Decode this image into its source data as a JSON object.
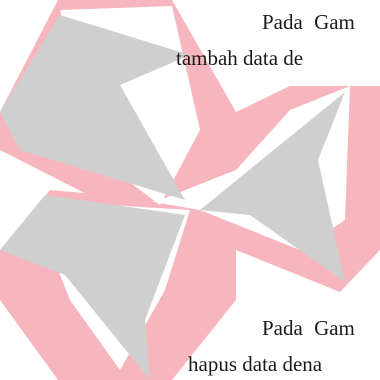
{
  "document": {
    "paragraph1": {
      "line1": "Pada Gam",
      "line2": "tambah data de"
    },
    "paragraph2": {
      "line1": "Pada Gam",
      "line2": "hapus data dena"
    }
  },
  "watermark": {
    "name": "stikom-logo-watermark",
    "pink": "#f7b6bd",
    "grey": "#cfcfcf",
    "white": "#ffffff"
  }
}
